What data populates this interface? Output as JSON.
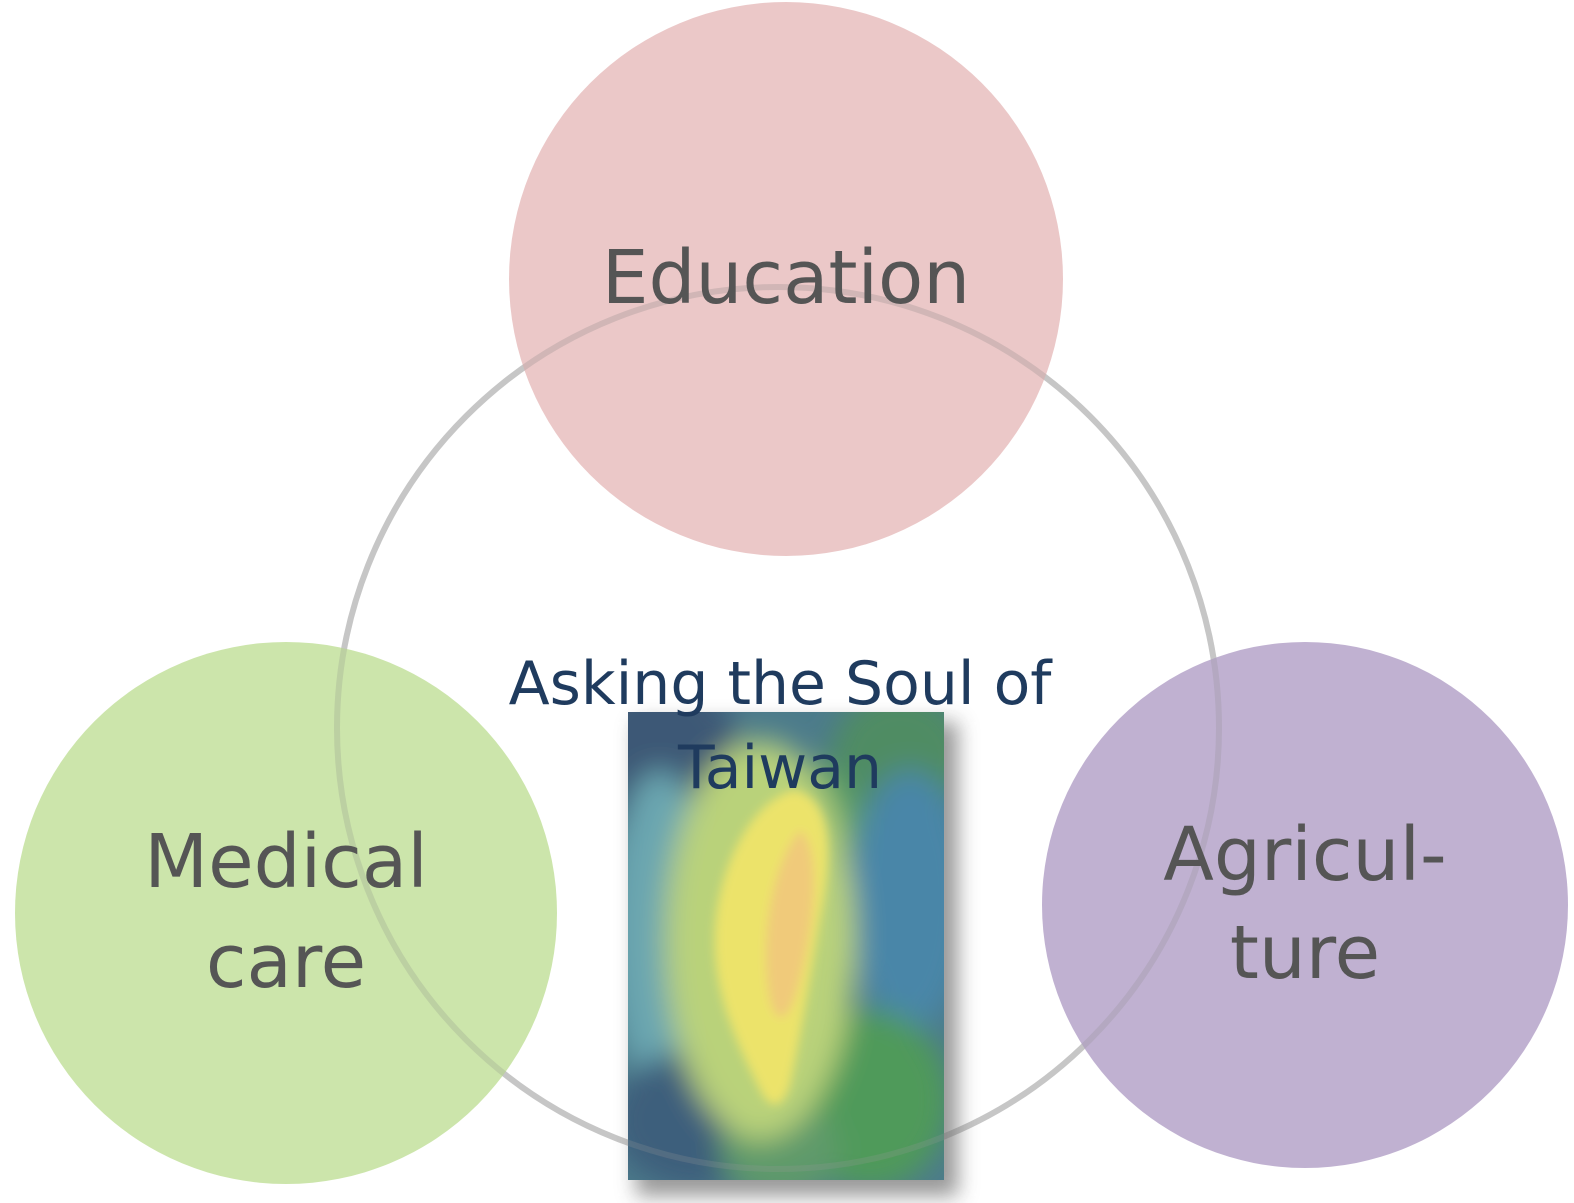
{
  "diagram": {
    "center": {
      "label_lines": [
        "Asking the Soul of",
        "Taiwan"
      ]
    },
    "nodes": [
      {
        "id": "education",
        "label_lines": [
          "Education"
        ],
        "color": "#e6b9b8"
      },
      {
        "id": "medical",
        "label_lines": [
          "Medical",
          "care"
        ],
        "color": "#c3e19c"
      },
      {
        "id": "agriculture",
        "label_lines": [
          "Agricul-",
          "ture"
        ],
        "color": "#b7a6cb"
      }
    ],
    "ring_color": "#d3d3d3",
    "painting": {
      "description_icon": "taiwan-island-painting",
      "colors": [
        "#3f5f7a",
        "#4e8fa3",
        "#5a9f5e",
        "#e7e86a",
        "#f2b870"
      ]
    }
  }
}
